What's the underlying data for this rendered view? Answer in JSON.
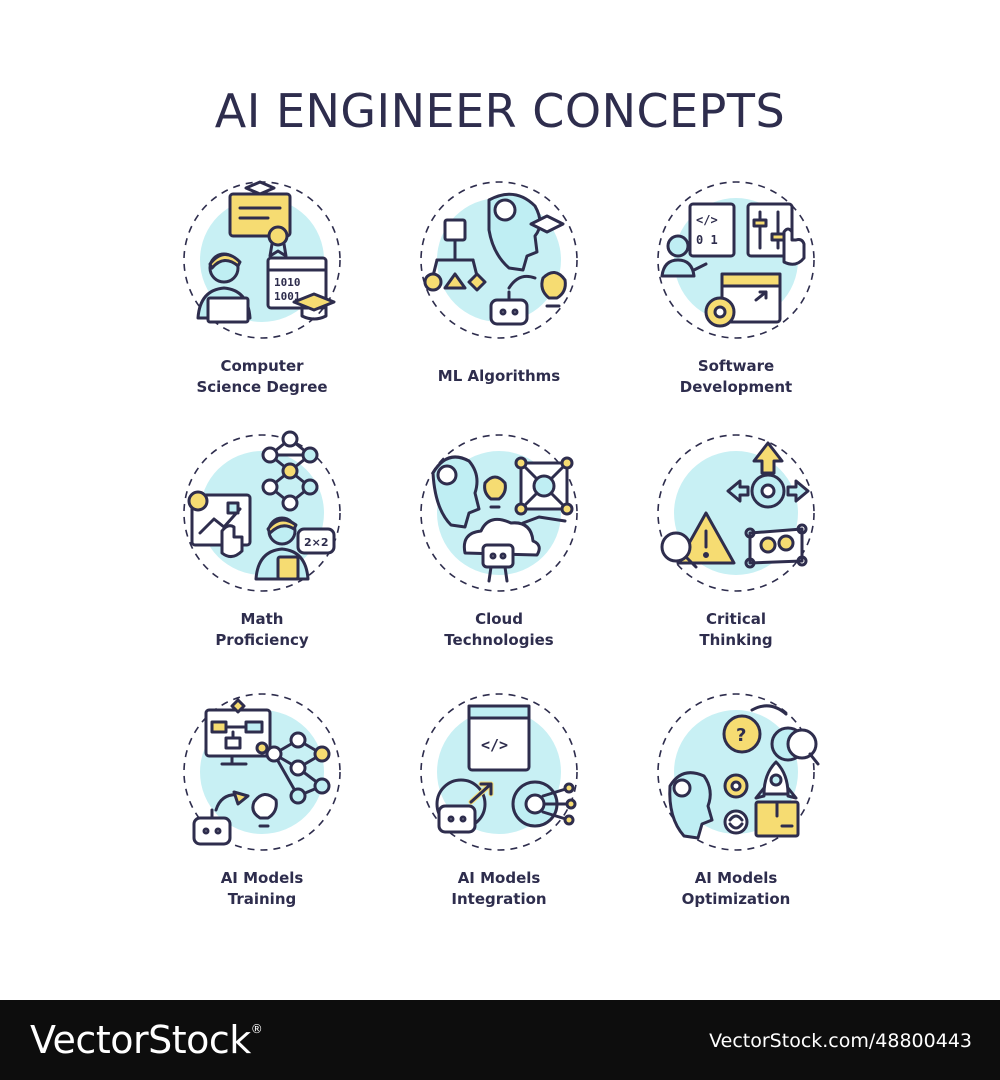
{
  "title": "AI ENGINEER CONCEPTS",
  "colors": {
    "accent_blue": "#c8f0f4",
    "accent_yellow": "#f6dc72",
    "ink": "#2e2d4d"
  },
  "concepts": [
    {
      "label_line1": "Computer",
      "label_line2": "Science Degree",
      "icon": "computer-science-degree-icon"
    },
    {
      "label_line1": "ML Algorithms",
      "label_line2": "",
      "icon": "ml-algorithms-icon"
    },
    {
      "label_line1": "Software",
      "label_line2": "Development",
      "icon": "software-development-icon"
    },
    {
      "label_line1": "Math",
      "label_line2": "Proficiency",
      "icon": "math-proficiency-icon",
      "bubble_text": "2×2"
    },
    {
      "label_line1": "Cloud",
      "label_line2": "Technologies",
      "icon": "cloud-technologies-icon"
    },
    {
      "label_line1": "Critical",
      "label_line2": "Thinking",
      "icon": "critical-thinking-icon"
    },
    {
      "label_line1": "AI Models",
      "label_line2": "Training",
      "icon": "ai-models-training-icon"
    },
    {
      "label_line1": "AI Models",
      "label_line2": "Integration",
      "icon": "ai-models-integration-icon"
    },
    {
      "label_line1": "AI Models",
      "label_line2": "Optimization",
      "icon": "ai-models-optimization-icon"
    }
  ],
  "icon_texts": {
    "binary_1": "1010",
    "binary_2": "1001",
    "code_tag": "</>",
    "bits_1": "0 1"
  },
  "footer": {
    "brand": "VectorStock",
    "reg": "®",
    "image_code": "VectorStock.com/48800443"
  }
}
